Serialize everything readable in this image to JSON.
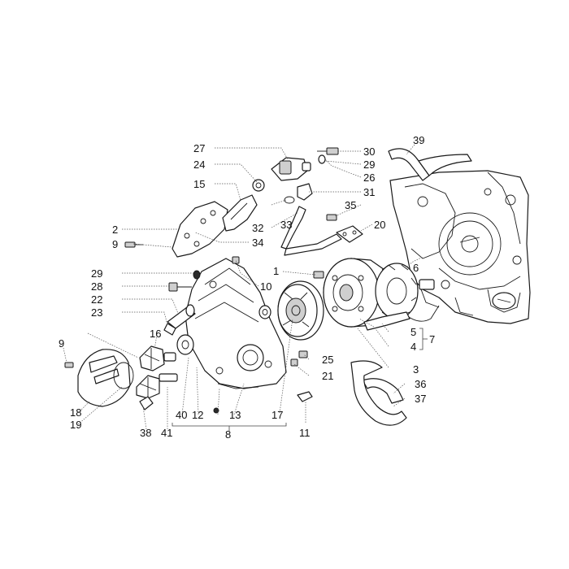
{
  "callouts": {
    "c1": "1",
    "c2": "2",
    "c3": "3",
    "c4": "4",
    "c5": "5",
    "c6": "6",
    "c7": "7",
    "c8": "8",
    "c9a": "9",
    "c9b": "9",
    "c10": "10",
    "c11": "11",
    "c12": "12",
    "c13": "13",
    "c15": "15",
    "c16": "16",
    "c17": "17",
    "c18": "18",
    "c19": "19",
    "c20": "20",
    "c21": "21",
    "c22": "22",
    "c23": "23",
    "c24": "24",
    "c25": "25",
    "c26": "26",
    "c27": "27",
    "c28": "28",
    "c29a": "29",
    "c29b": "29",
    "c30": "30",
    "c31": "31",
    "c32": "32",
    "c33": "33",
    "c34": "34",
    "c35": "35",
    "c36": "36",
    "c37": "37",
    "c38": "38",
    "c39": "39",
    "c40": "40",
    "c41": "41"
  }
}
